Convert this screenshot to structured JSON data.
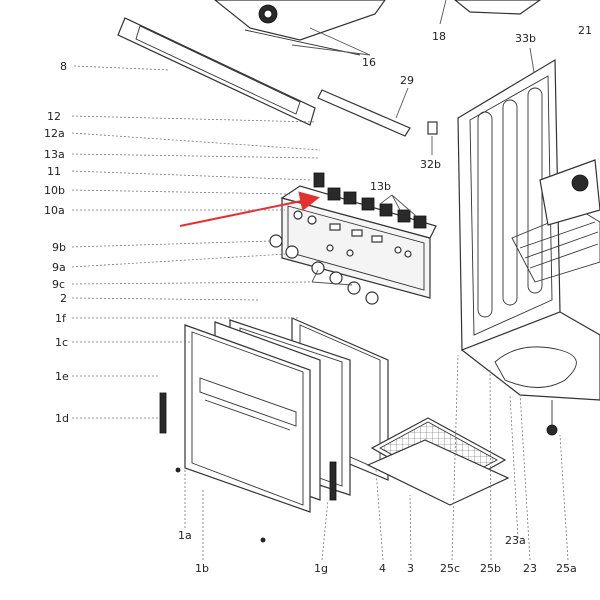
{
  "labels": {
    "l8": "8",
    "l12": "12",
    "l12a": "12a",
    "l13a": "13a",
    "l11": "11",
    "l10b": "10b",
    "l10a": "10a",
    "l9b": "9b",
    "l9a": "9a",
    "l9c": "9c",
    "l2": "2",
    "l1f": "1f",
    "l1c": "1c",
    "l1e": "1e",
    "l1d": "1d",
    "l16": "16",
    "l18": "18",
    "l33b": "33b",
    "l21": "21",
    "l29": "29",
    "l32b": "32b",
    "l13b": "13b",
    "l1a": "1a",
    "l1b": "1b",
    "l1g": "1g",
    "l4": "4",
    "l3": "3",
    "l25c": "25c",
    "l25b": "25b",
    "l23": "23",
    "l23a": "23a",
    "l25a": "25a"
  },
  "colors": {
    "arrow": "#e53030",
    "line": "#333333"
  }
}
